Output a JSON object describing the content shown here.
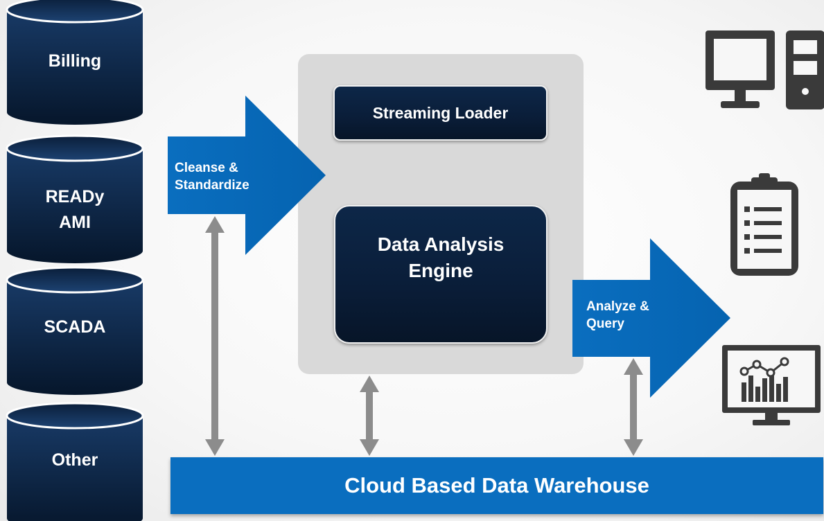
{
  "databases": [
    {
      "label": "Billing"
    },
    {
      "label": "READy AMI"
    },
    {
      "label": "SCADA"
    },
    {
      "label": "Other"
    }
  ],
  "arrows": {
    "ingest_label": "Cleanse & Standardize",
    "analyze_label": "Analyze & Query"
  },
  "engine_panel": {
    "streaming_loader": "Streaming Loader",
    "data_analysis_engine": "Data Analysis Engine"
  },
  "warehouse": {
    "label": "Cloud Based Data Warehouse"
  },
  "output_icons": [
    "desktop-computer-icon",
    "clipboard-checklist-icon",
    "monitor-chart-icon"
  ],
  "colors": {
    "database": "#0b1f3a",
    "arrow": "#0a6ebf",
    "panel": "#d9d9d9",
    "connector": "#8c8c8c"
  }
}
